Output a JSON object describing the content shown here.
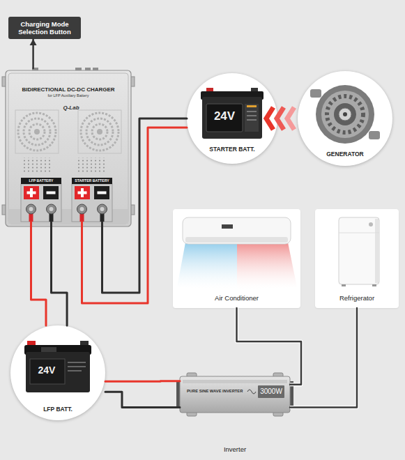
{
  "diagram": {
    "nodes": [
      {
        "text": [
          "Charging Mode Selection Button"
        ]
      },
      {
        "text": [
          "BIDIRECTIONAL DC-DC CHARGER",
          "for LFP Auxiliary Battery"
        ]
      },
      {
        "text": [
          "LFP BATTERY"
        ],
        "in": 1
      },
      {
        "text": [
          "STARTER BATTERY"
        ],
        "in": 1
      },
      {
        "text": [
          "24V",
          "STARTER BATT."
        ]
      },
      {
        "text": [
          "GENERATOR"
        ]
      },
      {
        "text": [
          "Air Conditioner"
        ]
      },
      {
        "text": [
          "Refrigerator"
        ]
      },
      {
        "text": [
          "24V",
          "LFP BATT."
        ]
      },
      {
        "text": [
          "PURE SINE WAVE INVERTER",
          "3000W",
          "Inverter"
        ]
      }
    ],
    "edges": [
      {
        "from": 1,
        "to": 0,
        "arrow": "to"
      },
      {
        "from": 5,
        "to": 4,
        "arrow": "to"
      },
      {
        "from": 3,
        "to": 4,
        "arrow": "none"
      },
      {
        "from": 3,
        "to": 4,
        "arrow": "none"
      },
      {
        "from": 2,
        "to": 8,
        "arrow": "none"
      },
      {
        "from": 2,
        "to": 8,
        "arrow": "none"
      },
      {
        "from": 8,
        "to": 9,
        "arrow": "none"
      },
      {
        "from": 8,
        "to": 9,
        "arrow": "none"
      },
      {
        "from": 6,
        "to": 9,
        "arrow": "none"
      },
      {
        "from": 7,
        "to": 9,
        "arrow": "none"
      }
    ],
    "labels": [
      "Q-Lab"
    ]
  }
}
